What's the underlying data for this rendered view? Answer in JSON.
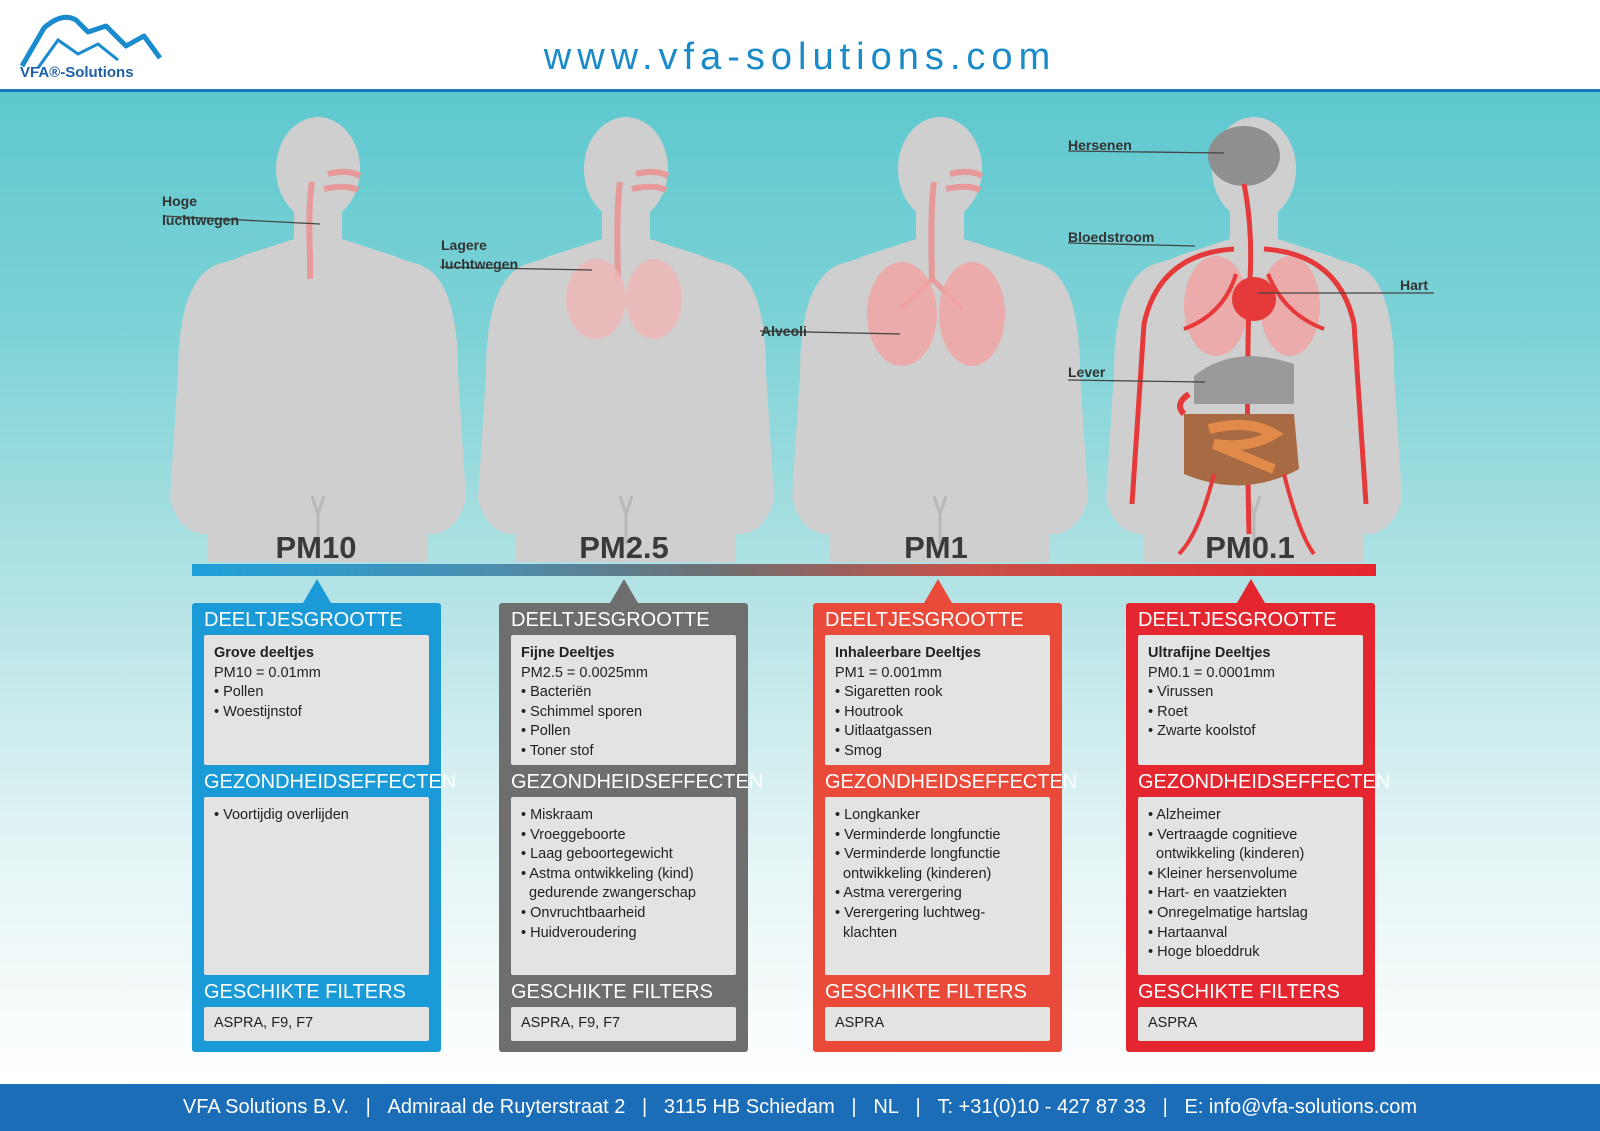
{
  "header": {
    "logo_text": "VFA®-Solutions",
    "url": "www.vfa-solutions.com"
  },
  "labels": {
    "hoge": "Hoge\nluchtwegen",
    "lagere": "Lagere\nluchtwegen",
    "alveoli": "Alveoli",
    "hersenen": "Hersenen",
    "bloedstroom": "Bloedstroom",
    "hart": "Hart",
    "lever": "Lever"
  },
  "colors": {
    "blue": "#1a9bd7",
    "grey": "#6e6e6e",
    "orange": "#ea4a3a",
    "red": "#e3262f"
  },
  "cards": [
    {
      "pm": "PM10",
      "size_title": "DEELTJESGROOTTE",
      "size_lines": [
        "Grove deeltjes",
        "PM10 = 0.01mm",
        "• Pollen",
        "• Woestijnstof"
      ],
      "health_title": "GEZONDHEIDSEFFECTEN",
      "health_lines": [
        "• Voortijdig overlijden"
      ],
      "filter_title": "GESCHIKTE FILTERS",
      "filter_text": "ASPRA, F9, F7"
    },
    {
      "pm": "PM2.5",
      "size_title": "DEELTJESGROOTTE",
      "size_lines": [
        "Fijne Deeltjes",
        "PM2.5 = 0.0025mm",
        "• Bacteriën",
        "• Schimmel sporen",
        "• Pollen",
        "• Toner stof"
      ],
      "health_title": "GEZONDHEIDSEFFECTEN",
      "health_lines": [
        "• Miskraam",
        "• Vroeggeboorte",
        "• Laag geboortegewicht",
        "• Astma ontwikkeling (kind)",
        "  gedurende zwangerschap",
        "• Onvruchtbaarheid",
        "• Huidveroudering"
      ],
      "filter_title": "GESCHIKTE FILTERS",
      "filter_text": "ASPRA, F9, F7"
    },
    {
      "pm": "PM1",
      "size_title": "DEELTJESGROOTTE",
      "size_lines": [
        "Inhaleerbare Deeltjes",
        "PM1 = 0.001mm",
        "• Sigaretten rook",
        "• Houtrook",
        "• Uitlaatgassen",
        "• Smog"
      ],
      "health_title": "GEZONDHEIDSEFFECTEN",
      "health_lines": [
        "• Longkanker",
        "• Verminderde longfunctie",
        "• Verminderde longfunctie",
        "  ontwikkeling (kinderen)",
        "• Astma verergering",
        "• Verergering luchtweg-",
        "  klachten"
      ],
      "filter_title": "GESCHIKTE FILTERS",
      "filter_text": "ASPRA"
    },
    {
      "pm": "PM0.1",
      "size_title": "DEELTJESGROOTTE",
      "size_lines": [
        "Ultrafijne Deeltjes",
        "PM0.1 = 0.0001mm",
        "• Virussen",
        "• Roet",
        "• Zwarte koolstof"
      ],
      "health_title": "GEZONDHEIDSEFFECTEN",
      "health_lines": [
        "• Alzheimer",
        "• Vertraagde cognitieve",
        "  ontwikkeling (kinderen)",
        "• Kleiner hersenvolume",
        "• Hart- en vaatziekten",
        "• Onregelmatige hartslag",
        "• Hartaanval",
        "• Hoge bloeddruk"
      ],
      "filter_title": "GESCHIKTE FILTERS",
      "filter_text": "ASPRA"
    }
  ],
  "footer": {
    "company": "VFA Solutions B.V.",
    "address": "Admiraal de Ruyterstraat 2",
    "city": "3115 HB Schiedam",
    "country": "NL",
    "phone": "T: +31(0)10 - 427 87 33",
    "email": "E: info@vfa-solutions.com",
    "sep": "   |   "
  }
}
